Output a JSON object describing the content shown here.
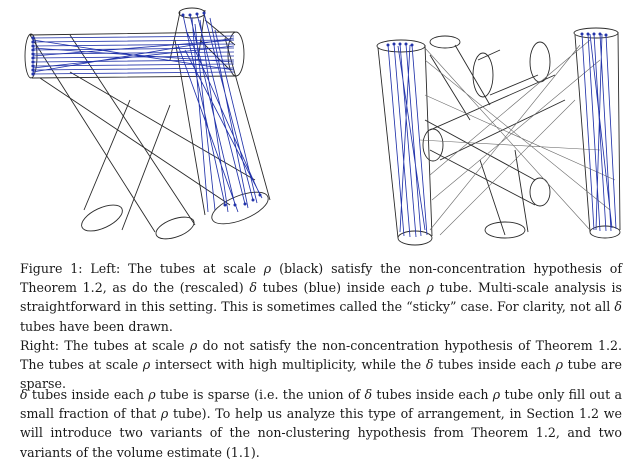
{
  "colors": {
    "rho_tube": "#2a2a2a",
    "delta_tube": "#2233aa",
    "text": "#1a1a1a"
  },
  "caption": {
    "label": "Figure 1:",
    "left_a": " Left: The tubes at scale ",
    "left_b": " (black) satisfy the non-concentration hypothesis of Theorem 1.2, as do the (rescaled) ",
    "left_c": " tubes (blue) inside each ",
    "left_d": " tube. Multi-scale analysis is straightforward in this setting. This is sometimes called the “sticky” case. For clarity, not all ",
    "left_e": " tubes have been drawn.",
    "right_a": "Right: The tubes at scale ",
    "right_b": " do not satisfy the non-concentration hypothesis of Theorem 1.2. The tubes at scale ",
    "right_c": " intersect with high multiplicity, while the ",
    "right_d": " tubes inside each ",
    "right_e": " tube are sparse."
  },
  "body": {
    "a": " tubes inside each ",
    "b": " tube is sparse (i.e. the union of ",
    "c": " tubes inside each ",
    "d": " tube only fill out a small fraction of that ",
    "e": " tube). To help us analyze this type of arrangement, in Section 1.2 we will introduce two variants of the non-clustering hypothesis from Theorem 1.2, and two variants of the volume estimate (1.1)."
  },
  "symbols": {
    "rho": "ρ",
    "delta": "δ"
  }
}
